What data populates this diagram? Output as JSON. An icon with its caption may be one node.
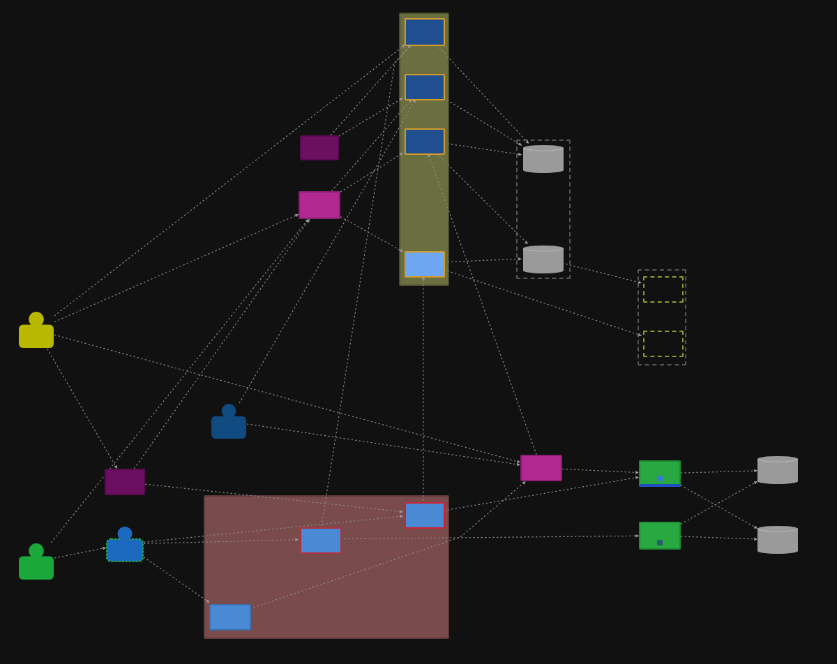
{
  "diagram": {
    "nodes": [
      {
        "text": [],
        "shape": "box"
      },
      {
        "text": [],
        "shape": "box",
        "in": 0
      },
      {
        "text": [],
        "shape": "box",
        "in": 0
      },
      {
        "text": [],
        "shape": "box",
        "in": 0
      },
      {
        "text": [],
        "shape": "box",
        "in": 0
      },
      {
        "text": [],
        "shape": "box"
      },
      {
        "text": [],
        "shape": "cylinder",
        "in": 5
      },
      {
        "text": [],
        "shape": "cylinder",
        "in": 5
      },
      {
        "text": [],
        "shape": "box"
      },
      {
        "text": [],
        "shape": "box",
        "in": 8
      },
      {
        "text": [],
        "shape": "box",
        "in": 8
      },
      {
        "text": [],
        "shape": "box"
      },
      {
        "text": [],
        "shape": "box"
      },
      {
        "text": [],
        "shape": "person"
      },
      {
        "text": [],
        "shape": "person"
      },
      {
        "text": [],
        "shape": "box"
      },
      {
        "text": [],
        "shape": "person"
      },
      {
        "text": [],
        "shape": "person"
      },
      {
        "text": [],
        "shape": "box"
      },
      {
        "text": [],
        "shape": "box",
        "in": 18
      },
      {
        "text": [],
        "shape": "box",
        "in": 18
      },
      {
        "text": [],
        "shape": "box",
        "in": 18
      },
      {
        "text": [],
        "shape": "box"
      },
      {
        "text": [],
        "shape": "box"
      },
      {
        "text": [],
        "shape": "box"
      },
      {
        "text": [],
        "shape": "cylinder"
      },
      {
        "text": [],
        "shape": "cylinder"
      }
    ],
    "edges": [
      {
        "from": 13,
        "to": 1,
        "arrow": "to"
      },
      {
        "from": 13,
        "to": 12,
        "arrow": "to"
      },
      {
        "from": 13,
        "to": 22,
        "arrow": "to"
      },
      {
        "from": 13,
        "to": 15,
        "arrow": "to"
      },
      {
        "from": 11,
        "to": 1,
        "arrow": "to"
      },
      {
        "from": 11,
        "to": 2,
        "arrow": "to"
      },
      {
        "from": 12,
        "to": 2,
        "arrow": "to"
      },
      {
        "from": 12,
        "to": 3,
        "arrow": "to"
      },
      {
        "from": 12,
        "to": 4,
        "arrow": "to"
      },
      {
        "from": 1,
        "to": 6,
        "arrow": "to"
      },
      {
        "from": 2,
        "to": 6,
        "arrow": "to"
      },
      {
        "from": 3,
        "to": 6,
        "arrow": "to"
      },
      {
        "from": 4,
        "to": 7,
        "arrow": "to"
      },
      {
        "from": 3,
        "to": 7,
        "arrow": "to"
      },
      {
        "from": 7,
        "to": 9,
        "arrow": "to"
      },
      {
        "from": 4,
        "to": 10,
        "arrow": "to"
      },
      {
        "from": 14,
        "to": 22,
        "arrow": "to"
      },
      {
        "from": 14,
        "to": 2,
        "arrow": "to"
      },
      {
        "from": 15,
        "to": 12,
        "arrow": "to"
      },
      {
        "from": 15,
        "to": 19,
        "arrow": "to"
      },
      {
        "from": 16,
        "to": 17,
        "arrow": "to"
      },
      {
        "from": 16,
        "to": 12,
        "arrow": "to"
      },
      {
        "from": 17,
        "to": 20,
        "arrow": "to"
      },
      {
        "from": 17,
        "to": 19,
        "arrow": "to"
      },
      {
        "from": 17,
        "to": 21,
        "arrow": "to"
      },
      {
        "from": 19,
        "to": 23,
        "arrow": "to"
      },
      {
        "from": 20,
        "to": 24,
        "arrow": "to"
      },
      {
        "from": 22,
        "to": 23,
        "arrow": "to"
      },
      {
        "from": 23,
        "to": 25,
        "arrow": "to"
      },
      {
        "from": 23,
        "to": 26,
        "arrow": "to"
      },
      {
        "from": 24,
        "to": 25,
        "arrow": "to"
      },
      {
        "from": 24,
        "to": 26,
        "arrow": "to"
      },
      {
        "from": 19,
        "to": 4,
        "arrow": "to"
      },
      {
        "from": 20,
        "to": 1,
        "arrow": "to"
      },
      {
        "from": 21,
        "to": 22,
        "arrow": "to"
      },
      {
        "from": 22,
        "to": 3,
        "arrow": "to"
      }
    ]
  }
}
